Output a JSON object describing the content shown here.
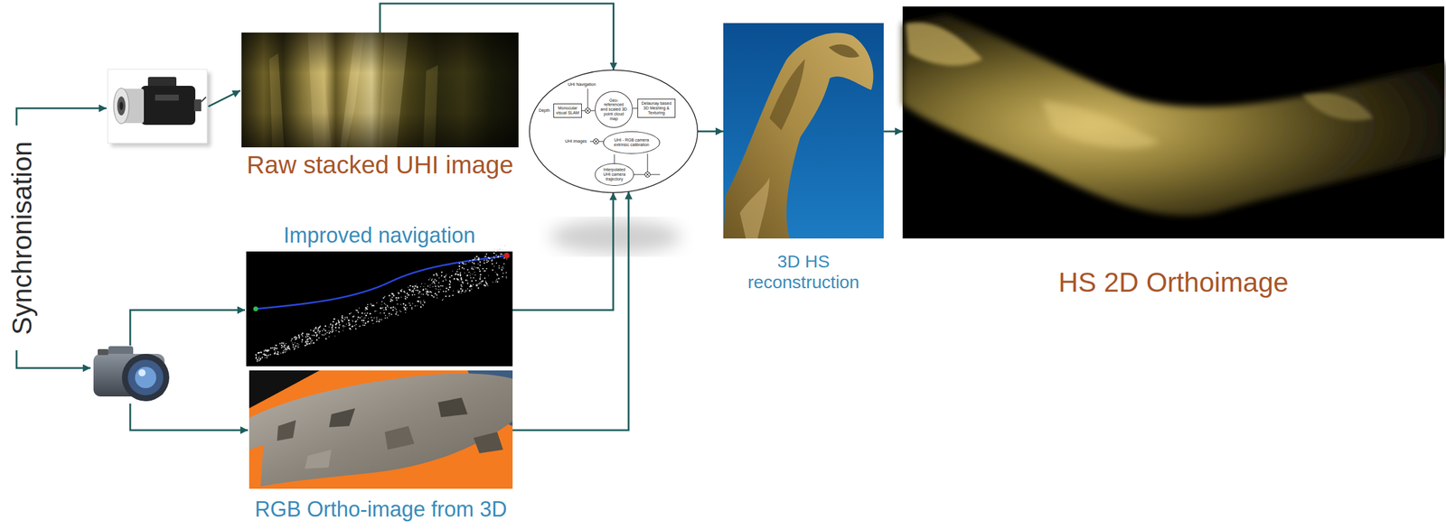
{
  "diagram": {
    "nodes": [
      {
        "text": [
          "Raw stacked UHI image"
        ]
      },
      {
        "text": [
          "Improved navigation"
        ]
      },
      {
        "text": [
          "RGB Ortho-image from 3D"
        ]
      },
      {
        "text": [
          "UHI Navigation",
          "Depth",
          "Monocular visual SLAM",
          "Geo-referenced and scaled 3D point cloud map",
          "Delaunay based 3D Meshing & Texturing",
          "UHI images",
          "UHI - RGB camera extrinsic calibration",
          "Interpolated UHI camera trajectory"
        ]
      },
      {
        "text": [
          "3D HS reconstruction"
        ]
      },
      {
        "text": [
          "HS 2D Orthoimage"
        ]
      }
    ],
    "edges": [
      {
        "from": 0,
        "to": 3,
        "arrow": "to"
      },
      {
        "from": 1,
        "to": 3,
        "arrow": "to"
      },
      {
        "from": 2,
        "to": 3,
        "arrow": "to"
      },
      {
        "from": 3,
        "to": 4,
        "arrow": "to"
      },
      {
        "from": 4,
        "to": 5,
        "arrow": "to"
      }
    ],
    "labels": [
      "Synchronisation"
    ]
  }
}
